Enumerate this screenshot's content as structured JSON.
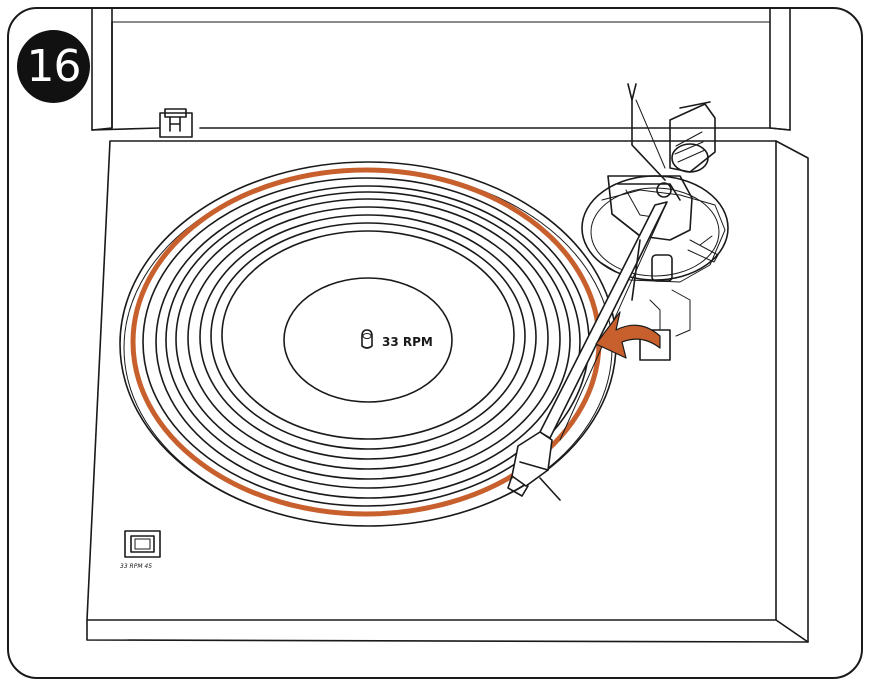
{
  "step": {
    "number": "16"
  },
  "platter": {
    "label_text": "33 RPM"
  },
  "speed_switch": {
    "caption": "33 RPM 45"
  },
  "colors": {
    "highlight_ring": "#c8602e",
    "arrow": "#c8602e",
    "line": "#1a1a1a",
    "badge_fill": "#111111",
    "background": "#ffffff"
  },
  "icons": {
    "rotation_arrow": "curved-arrow-icon",
    "spindle": "spindle-icon"
  }
}
